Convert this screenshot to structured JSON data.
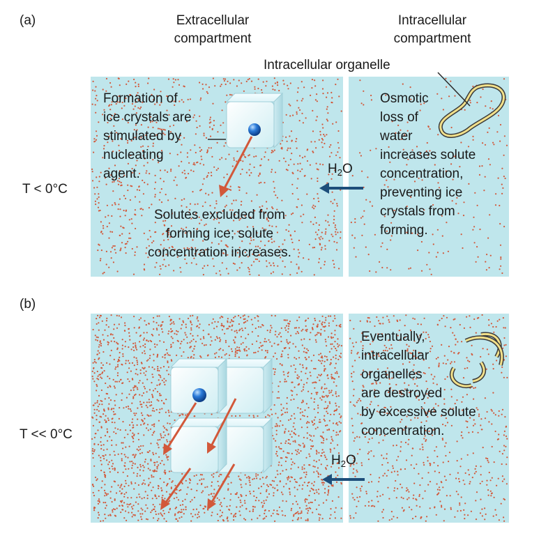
{
  "part_a": {
    "label": "(a)",
    "extracellular_header": [
      "Extracellular",
      "compartment"
    ],
    "intracellular_header": [
      "Intracellular",
      "compartment"
    ],
    "organelle_label": "Intracellular organelle",
    "temperature": "T < 0°C",
    "nucleation_text": [
      "Formation of",
      "ice crystals are",
      "stimulated by",
      "nucleating",
      "agent."
    ],
    "solutes_text": [
      "Solutes excluded from",
      "forming ice; solute",
      "concentration increases."
    ],
    "osmotic_text": [
      "Osmotic",
      "loss of",
      "water",
      "increases solute",
      "concentration,",
      "preventing ice",
      "crystals from",
      "forming."
    ],
    "water": "H",
    "water_sub": "2",
    "water_o": "O"
  },
  "part_b": {
    "label": "(b)",
    "temperature": "T << 0°C",
    "eventual_text": [
      "Eventually,",
      "intracellular",
      "organelles",
      "are destroyed",
      "by excessive solute",
      "concentration."
    ],
    "water": "H",
    "water_sub": "2",
    "water_o": "O"
  },
  "colors": {
    "panel_bg": "#bfe6ec",
    "solute_dot": "#d2583a",
    "arrow_orange": "#d2583a",
    "arrow_blue": "#1d4e7a",
    "organelle_yellow": "#f2e08a",
    "nucleating_agent": "#1b66c9"
  }
}
